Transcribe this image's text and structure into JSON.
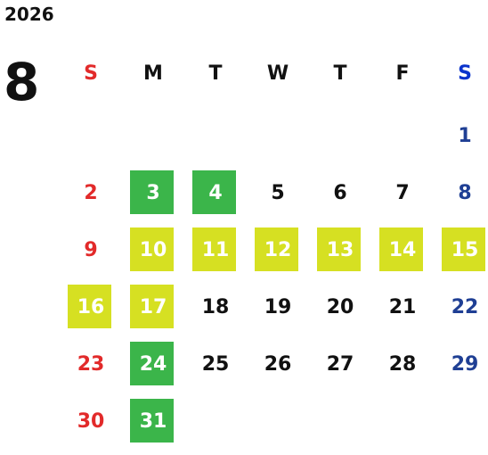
{
  "calendar": {
    "year": "2026",
    "month": "8",
    "weekdays": [
      {
        "label": "S",
        "color": "#e22a2a"
      },
      {
        "label": "M",
        "color": "#111111"
      },
      {
        "label": "T",
        "color": "#111111"
      },
      {
        "label": "W",
        "color": "#111111"
      },
      {
        "label": "T",
        "color": "#111111"
      },
      {
        "label": "F",
        "color": "#111111"
      },
      {
        "label": "S",
        "color": "#0a33cc"
      }
    ],
    "colors": {
      "sunday": "#e22a2a",
      "saturday": "#1f3f94",
      "weekday": "#111111",
      "highlight_green": "#3bb54a",
      "highlight_yellow": "#d6e022",
      "highlight_text": "#ffffff"
    },
    "weeks": [
      [
        null,
        null,
        null,
        null,
        null,
        null,
        {
          "d": "1"
        }
      ],
      [
        {
          "d": "2"
        },
        {
          "d": "3",
          "hl": "green"
        },
        {
          "d": "4",
          "hl": "green"
        },
        {
          "d": "5"
        },
        {
          "d": "6"
        },
        {
          "d": "7"
        },
        {
          "d": "8"
        }
      ],
      [
        {
          "d": "9"
        },
        {
          "d": "10",
          "hl": "yellow"
        },
        {
          "d": "11",
          "hl": "yellow"
        },
        {
          "d": "12",
          "hl": "yellow"
        },
        {
          "d": "13",
          "hl": "yellow"
        },
        {
          "d": "14",
          "hl": "yellow"
        },
        {
          "d": "15",
          "hl": "yellow"
        }
      ],
      [
        {
          "d": "16",
          "hl": "yellow"
        },
        {
          "d": "17",
          "hl": "yellow"
        },
        {
          "d": "18"
        },
        {
          "d": "19"
        },
        {
          "d": "20"
        },
        {
          "d": "21"
        },
        {
          "d": "22"
        }
      ],
      [
        {
          "d": "23"
        },
        {
          "d": "24",
          "hl": "green"
        },
        {
          "d": "25"
        },
        {
          "d": "26"
        },
        {
          "d": "27"
        },
        {
          "d": "28"
        },
        {
          "d": "29"
        }
      ],
      [
        {
          "d": "30"
        },
        {
          "d": "31",
          "hl": "green"
        },
        null,
        null,
        null,
        null,
        null
      ]
    ]
  }
}
